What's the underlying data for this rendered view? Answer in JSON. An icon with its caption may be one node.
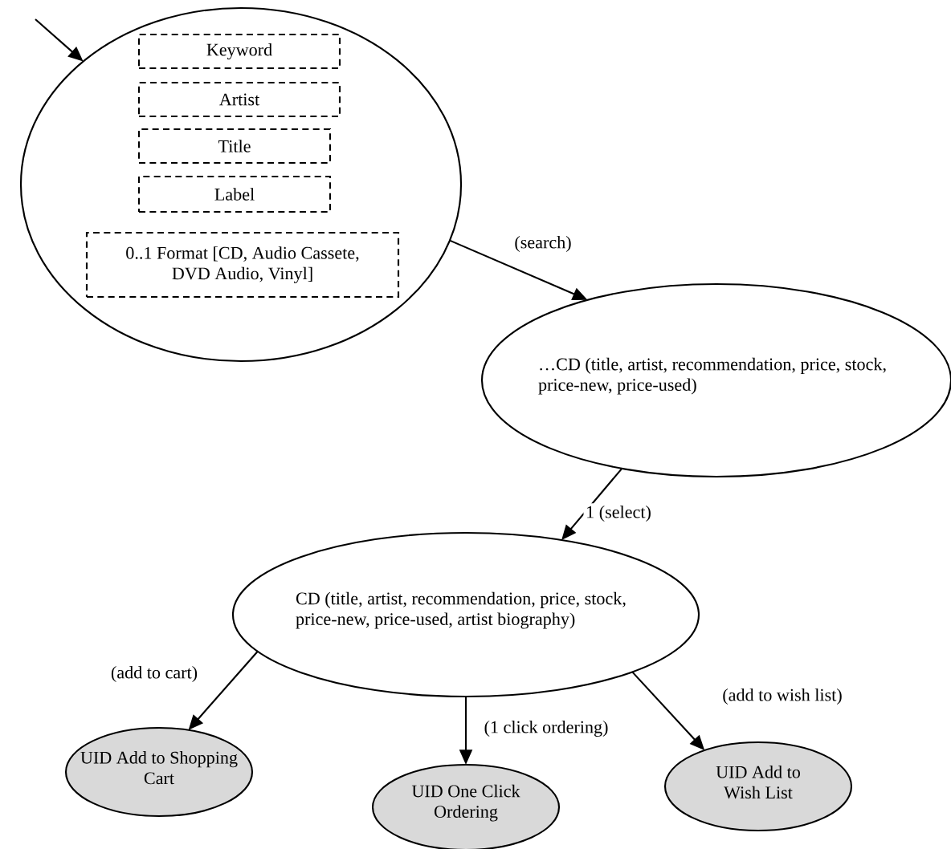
{
  "diagram": {
    "nodes": [
      {
        "text": [],
        "shape": "ellipse"
      },
      {
        "text": [
          "Keyword"
        ],
        "in": 0
      },
      {
        "text": [
          "Artist"
        ],
        "in": 0
      },
      {
        "text": [
          "Title"
        ],
        "in": 0
      },
      {
        "text": [
          "Label"
        ],
        "in": 0
      },
      {
        "text": [
          "0..1 Format [CD, Audio Cassete, DVD Audio, Vinyl]"
        ],
        "in": 0
      },
      {
        "text": [
          "…CD (title, artist, recommendation, price, stock, price-new, price-used)"
        ]
      },
      {
        "text": [
          "CD (title, artist, recommendation, price, stock, price-new, price-used, artist biography)"
        ]
      },
      {
        "text": [
          "UID Add to Shopping Cart"
        ]
      },
      {
        "text": [
          "UID One Click Ordering"
        ]
      },
      {
        "text": [
          "UID Add to Wish List"
        ]
      }
    ],
    "edges": [
      {
        "from": null,
        "to": 0,
        "arrow": "to"
      },
      {
        "from": 0,
        "to": 6,
        "arrow": "to",
        "label": "(search)"
      },
      {
        "from": 6,
        "to": 7,
        "arrow": "to",
        "label": "1 (select)"
      },
      {
        "from": 7,
        "to": 8,
        "arrow": "to",
        "label": "(add to cart)"
      },
      {
        "from": 7,
        "to": 9,
        "arrow": "to",
        "label": "(1 click ordering)"
      },
      {
        "from": 7,
        "to": 10,
        "arrow": "to",
        "label": "(add to wish list)"
      }
    ]
  }
}
